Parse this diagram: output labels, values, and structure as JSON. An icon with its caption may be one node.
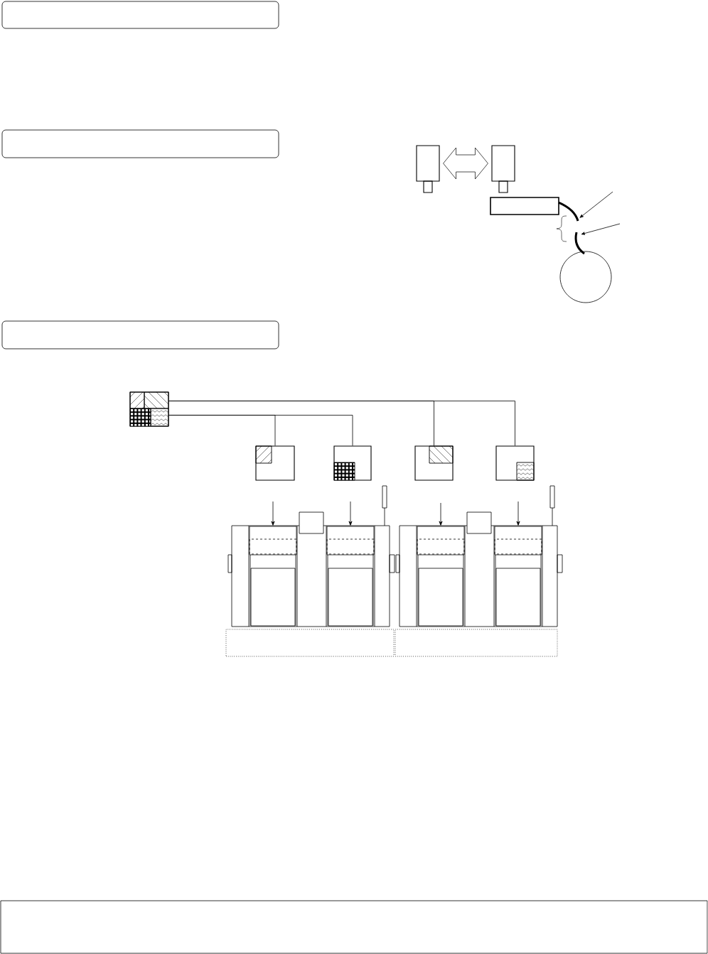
{
  "diagram": {
    "nodes": [
      {
        "text": [],
        "shape": "box"
      },
      {
        "text": [],
        "shape": "box"
      },
      {
        "text": [],
        "shape": "box"
      },
      {
        "text": [],
        "shape": "box"
      },
      {
        "text": [],
        "shape": "camera"
      },
      {
        "text": [],
        "shape": "camera"
      },
      {
        "text": [],
        "shape": "box"
      },
      {
        "text": [],
        "shape": "circle"
      },
      {
        "text": [],
        "shape": "screen"
      },
      {
        "text": [],
        "shape": "screen"
      },
      {
        "text": [],
        "shape": "screen"
      },
      {
        "text": [],
        "shape": "screen"
      },
      {
        "text": [],
        "shape": "screen"
      },
      {
        "text": [],
        "shape": "box"
      },
      {
        "text": [],
        "shape": "box"
      },
      {
        "text": [],
        "shape": "box"
      },
      {
        "text": [],
        "shape": "box"
      },
      {
        "text": [],
        "shape": "box"
      },
      {
        "text": [],
        "shape": "box"
      }
    ],
    "edges": [
      {
        "from": 4,
        "to": 5,
        "arrow": "both"
      },
      {
        "from": 8,
        "to": 9,
        "arrow": "none"
      },
      {
        "from": 8,
        "to": 10,
        "arrow": "none"
      },
      {
        "from": 8,
        "to": 11,
        "arrow": "none"
      },
      {
        "from": 8,
        "to": 12,
        "arrow": "none"
      },
      {
        "from": null,
        "to": 13,
        "arrow": "to"
      },
      {
        "from": null,
        "to": 14,
        "arrow": "to"
      },
      {
        "from": null,
        "to": 15,
        "arrow": "to"
      },
      {
        "from": null,
        "to": 16,
        "arrow": "to"
      }
    ]
  }
}
